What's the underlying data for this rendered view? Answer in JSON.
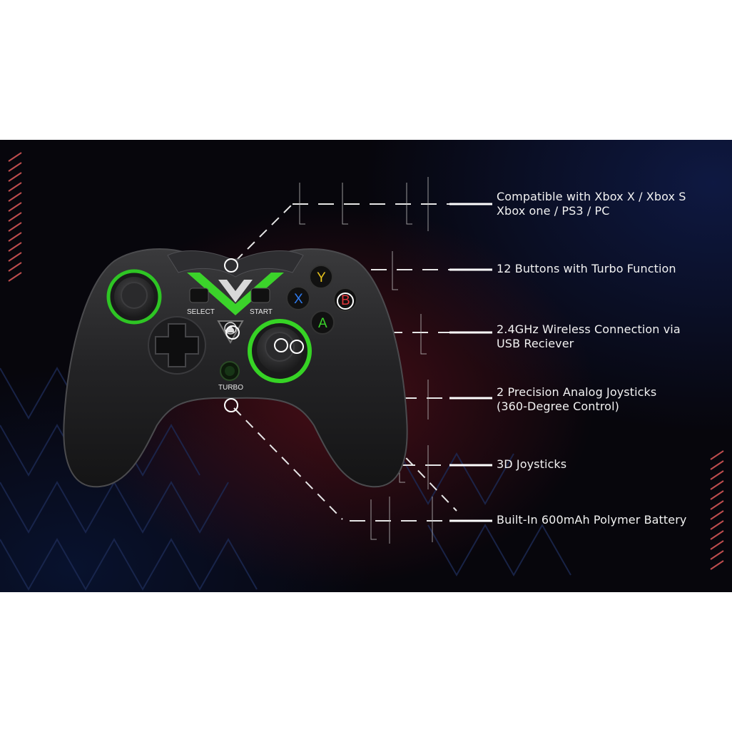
{
  "features": [
    {
      "text": "Compatible with Xbox X / Xbox S\nXbox one / PS3 / PC"
    },
    {
      "text": "12 Buttons with Turbo Function"
    },
    {
      "text": "2.4GHz Wireless Connection via\nUSB Reciever"
    },
    {
      "text": "2 Precision  Analog Joysticks\n(360-Degree Control)"
    },
    {
      "text": "3D Joysticks"
    },
    {
      "text": "Built-In 600mAh Polymer Battery"
    }
  ],
  "controller": {
    "select_label": "SELECT",
    "start_label": "START",
    "turbo_label": "TURBO",
    "face_buttons": {
      "y": "Y",
      "x": "X",
      "b": "B",
      "a": "A"
    }
  },
  "colors": {
    "accent_green": "#3bd32a",
    "button_y": "#e6c21c",
    "button_x": "#2f7bf0",
    "button_b": "#e2343a",
    "button_a": "#3bd32a"
  }
}
